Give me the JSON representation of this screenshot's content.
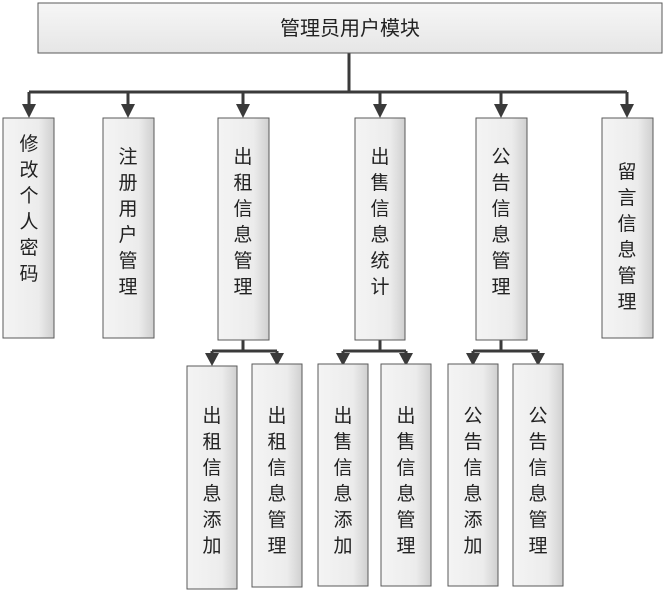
{
  "diagram": {
    "root": {
      "id": "root",
      "label": "管理员用户模块"
    },
    "modules": [
      {
        "id": "m1",
        "label": "修改个人密码"
      },
      {
        "id": "m2",
        "label": "注册用户管理"
      },
      {
        "id": "m3",
        "label": "出租信息管理"
      },
      {
        "id": "m4",
        "label": "出售信息统计"
      },
      {
        "id": "m5",
        "label": "公告信息管理"
      },
      {
        "id": "m6",
        "label": "留言信息管理"
      }
    ],
    "submodules": [
      {
        "id": "s1",
        "parent": "m3",
        "label": "出租信息添加"
      },
      {
        "id": "s2",
        "parent": "m3",
        "label": "出租信息管理"
      },
      {
        "id": "s3",
        "parent": "m4",
        "label": "出售信息添加"
      },
      {
        "id": "s4",
        "parent": "m4",
        "label": "出售信息管理"
      },
      {
        "id": "s5",
        "parent": "m5",
        "label": "公告信息添加"
      },
      {
        "id": "s6",
        "parent": "m5",
        "label": "公告信息管理"
      }
    ]
  }
}
